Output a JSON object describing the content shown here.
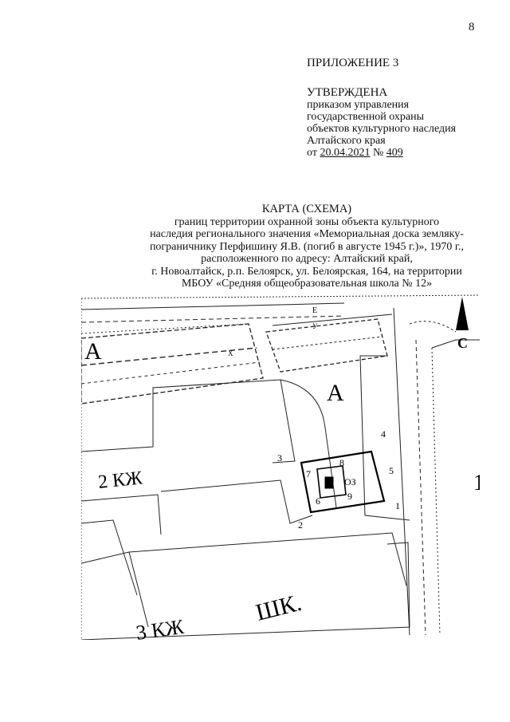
{
  "page": {
    "number": "8"
  },
  "approval": {
    "appendix": "ПРИЛОЖЕНИЕ 3",
    "approved": "УТВЕРЖДЕНА",
    "lines": [
      "приказом управления",
      "государственной охраны",
      "объектов культурного наследия",
      "Алтайского края"
    ],
    "date_prefix": "от",
    "date": "20.04.2021",
    "number_sign": "№",
    "number": "409"
  },
  "title": {
    "heading": "КАРТА (СХЕМА)",
    "lines": [
      "границ территории охранной зоны объекта культурного",
      "наследия регионального значения «Мемориальная доска земляку-",
      "пограничнику Перфишину Я.В. (погиб в августе 1945 г.)», 1970 г.,",
      "расположенного по адресу: Алтайский край,",
      "г. Новоалтайск, р.п. Белоярск, ул. Белоярская, 164, на территории",
      "МБОУ «Средняя общеобразовательная школа № 12»"
    ]
  },
  "map": {
    "north_label": "С",
    "zone_labels": [
      "А",
      "А",
      "2 КЖ",
      "3 КЖ",
      "ШК.",
      "1"
    ],
    "zone_code": "ОЗ",
    "point_labels": [
      "1",
      "2",
      "3",
      "4",
      "5",
      "6",
      "7",
      "8",
      "9"
    ],
    "edge_marks": [
      "Е",
      "У",
      "Х"
    ]
  }
}
